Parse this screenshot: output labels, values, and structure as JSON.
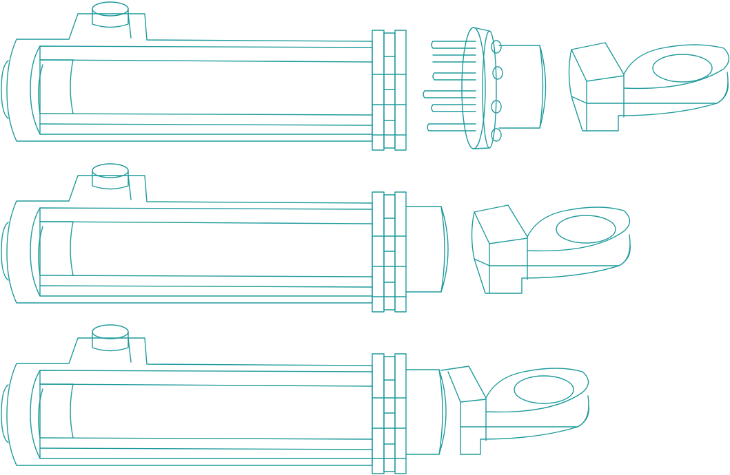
{
  "colors": {
    "line": "#1f9a9c",
    "background": "#ffffff"
  },
  "assemblies": [
    {
      "name": "exploded-assembly",
      "parts": [
        "cylinder-barrel",
        "gland-nut",
        "piston-rod",
        "rod-eye"
      ]
    },
    {
      "name": "partial-assembly",
      "parts": [
        "cylinder-barrel",
        "piston-rod",
        "rod-eye"
      ]
    },
    {
      "name": "full-assembly",
      "parts": [
        "cylinder-barrel",
        "piston-rod",
        "rod-eye"
      ]
    }
  ]
}
